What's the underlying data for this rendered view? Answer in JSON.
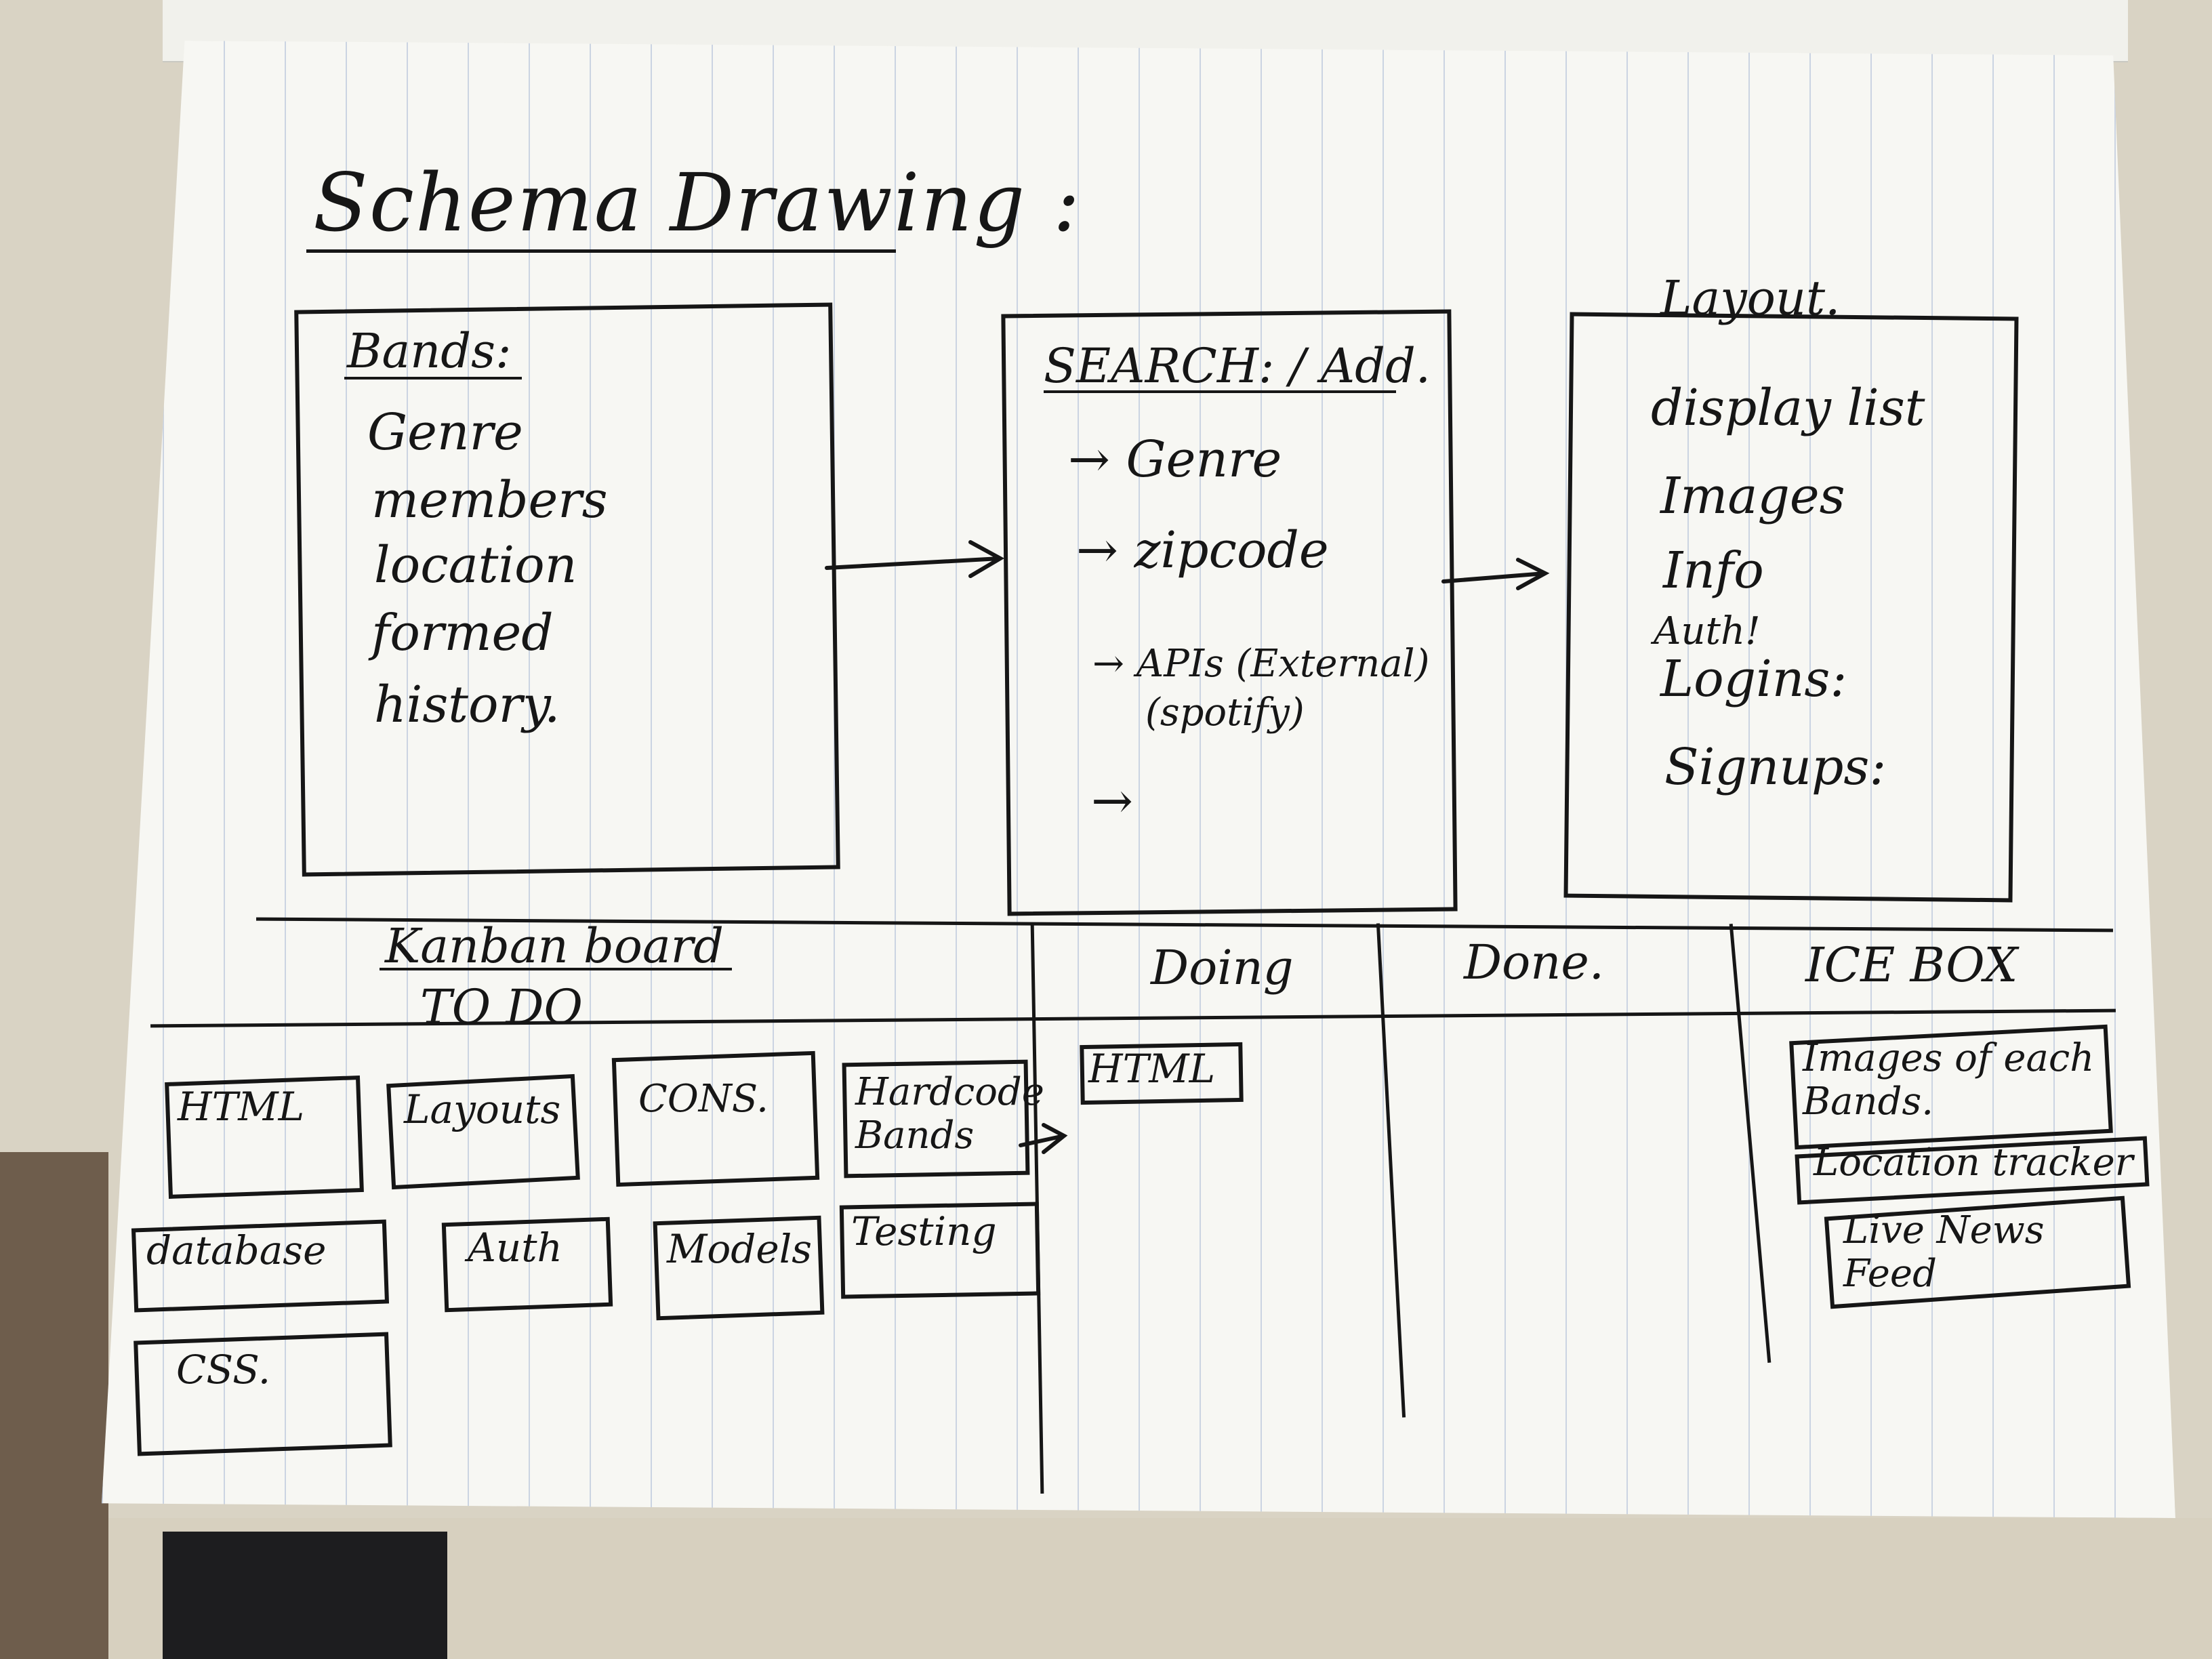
{
  "title": "Schema Drawing :",
  "boxes": {
    "bands": {
      "heading": "Bands:",
      "items": [
        "Genre",
        "members",
        "location",
        "formed",
        "history."
      ]
    },
    "search": {
      "heading": "SEARCH: / Add.",
      "items": [
        "→ Genre",
        "→ zipcode",
        "→ APIs (External)",
        "(spotify)",
        "→"
      ]
    },
    "layout": {
      "heading": "Layout.",
      "items": [
        "display list",
        "Images",
        "Info",
        "Auth!",
        "Logins:",
        "Signups:"
      ]
    }
  },
  "kanban": {
    "title": "Kanban board",
    "columns": [
      "TO DO",
      "Doing",
      "Done.",
      "ICE BOX"
    ],
    "todo_cards": [
      "HTML",
      "Layouts",
      "CONS.",
      "Hardcode Bands",
      "database",
      "Auth",
      "Models",
      "Testing",
      "CSS."
    ],
    "doing_cards": [
      "HTML"
    ],
    "done_cards": [],
    "icebox_cards": [
      "Images of each Bands.",
      "Location tracker",
      "Live News Feed"
    ]
  }
}
